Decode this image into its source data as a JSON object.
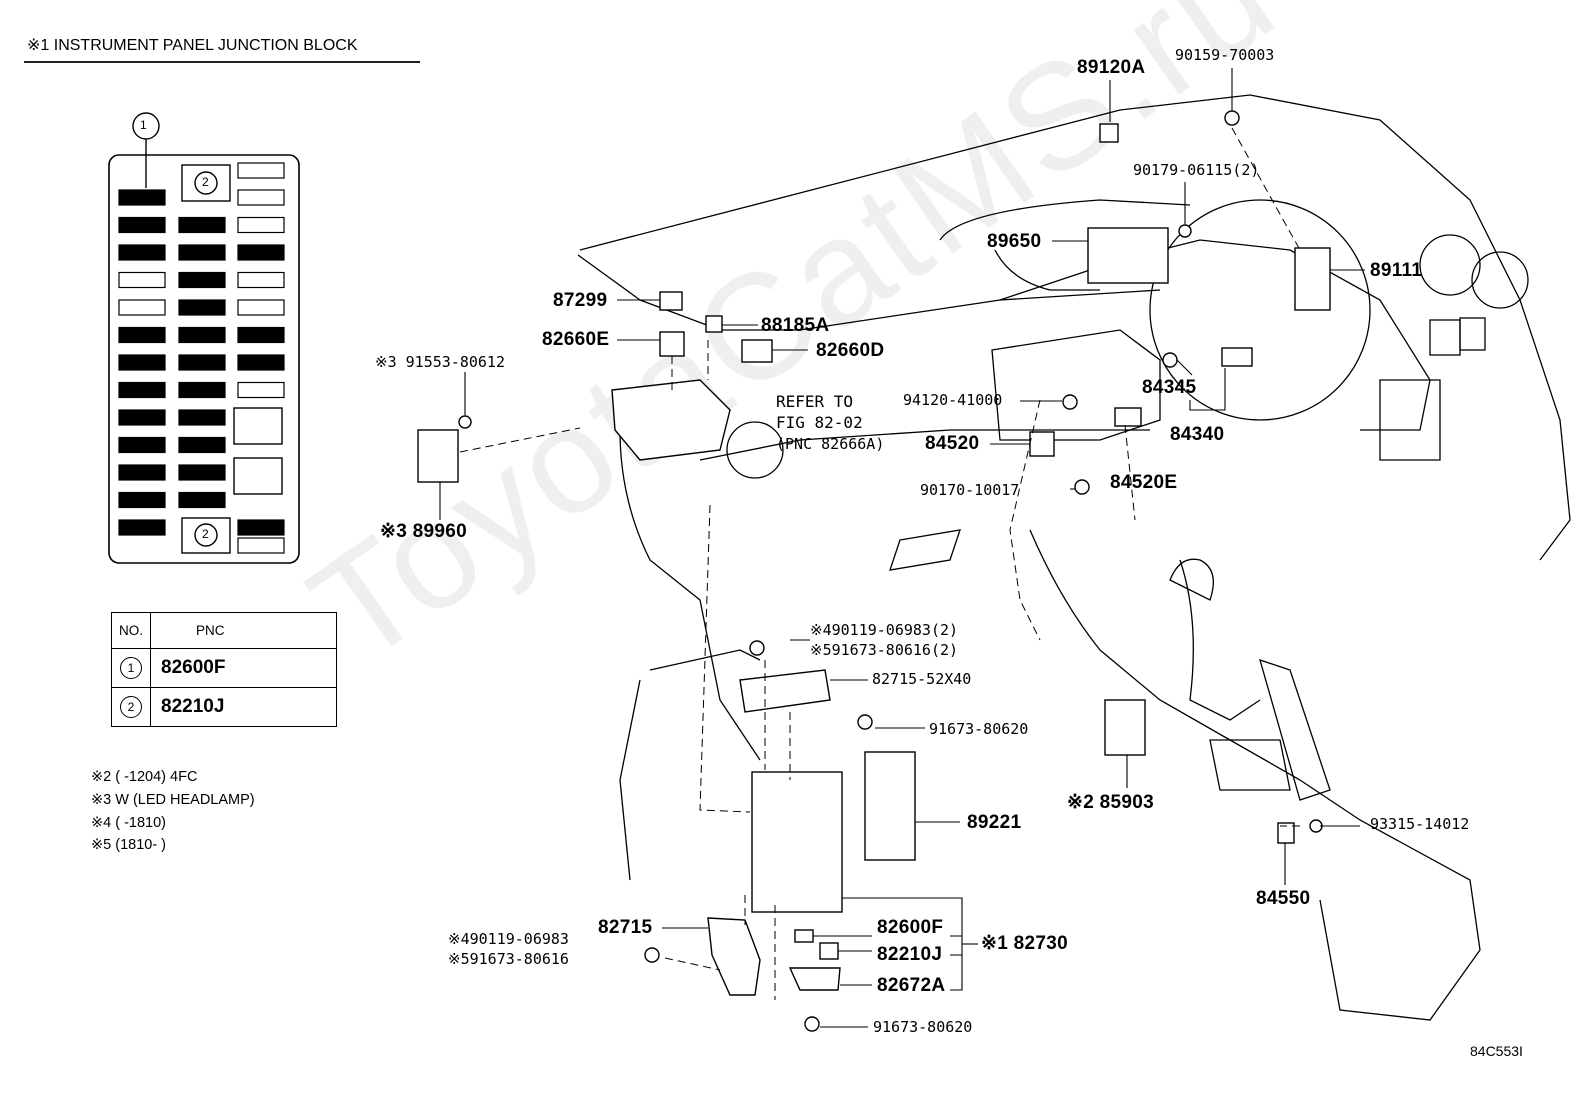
{
  "header": {
    "title": "※1 INSTRUMENT PANEL JUNCTION BLOCK"
  },
  "watermark": "ToyotaCatMS.ru",
  "figure_id": "84C553I",
  "junction_block": {
    "callout_top": "1",
    "relay_label_top": "2",
    "relay_label_bottom": "2"
  },
  "pnc_table": {
    "col_no": "NO.",
    "col_pnc": "PNC",
    "rows": [
      {
        "no": "1",
        "pnc": "82600F"
      },
      {
        "no": "2",
        "pnc": "82210J"
      }
    ]
  },
  "notes": [
    "※2 (        -1204) 4FC",
    "※3  W (LED HEADLAMP)",
    "※4 (        -1810)",
    "※5 (1810-        )"
  ],
  "parts": {
    "p89120A": "89120A",
    "p90159": "90159-70003",
    "p90179": "90179-06115(2)",
    "p89650": "89650",
    "p89111": "89111",
    "p87299": "87299",
    "p88185A": "88185A",
    "p82660E": "82660E",
    "p82660D": "82660D",
    "p91553": "※3 91553-80612",
    "refer1": "REFER TO",
    "refer2": "FIG 82-02",
    "refer3": "(PNC 82666A)",
    "p94120": "94120-41000",
    "p84345": "84345",
    "p84340": "84340",
    "p84520": "84520",
    "p84520E": "84520E",
    "p90170": "90170-10017",
    "p89960": "※3 89960",
    "p90119a": "※490119-06983(2)",
    "p91673a": "※591673-80616(2)",
    "p82715_52": "82715-52X40",
    "p91673_620a": "91673-80620",
    "p89221": "89221",
    "p85903": "※2 85903",
    "p93315": "93315-14012",
    "p84550": "84550",
    "p82715": "82715",
    "p90119b": "※490119-06983",
    "p91673b": "※591673-80616",
    "p82600F": "82600F",
    "p82210J": "82210J",
    "p82672A": "82672A",
    "p82730": "※1 82730",
    "p91673_620b": "91673-80620"
  }
}
